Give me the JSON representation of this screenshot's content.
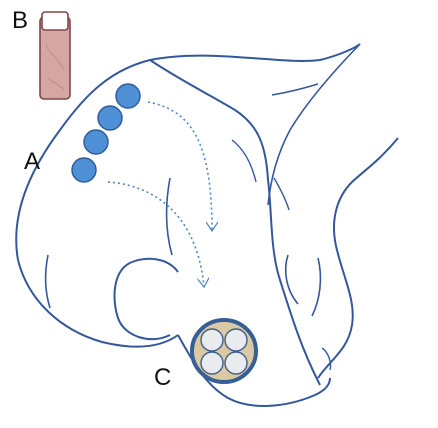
{
  "labels": {
    "a": "A",
    "b": "B",
    "c": "C"
  },
  "colors": {
    "outline": "#34589a",
    "blue_dot_fill": "#4f8fd6",
    "blue_dot_stroke": "#2f5f99",
    "arrow": "#4f84c4",
    "b_fill": "#d6a6a4",
    "b_stroke": "#7d4848",
    "c_ring": "#365f95",
    "c_bg": "#dcc9a3",
    "c_circle": "#e8ecef"
  },
  "icons": {
    "arrow": "dotted-curved-arrow",
    "blue_circle": "filled-circle",
    "c_cross_section": "circle-bundle"
  }
}
